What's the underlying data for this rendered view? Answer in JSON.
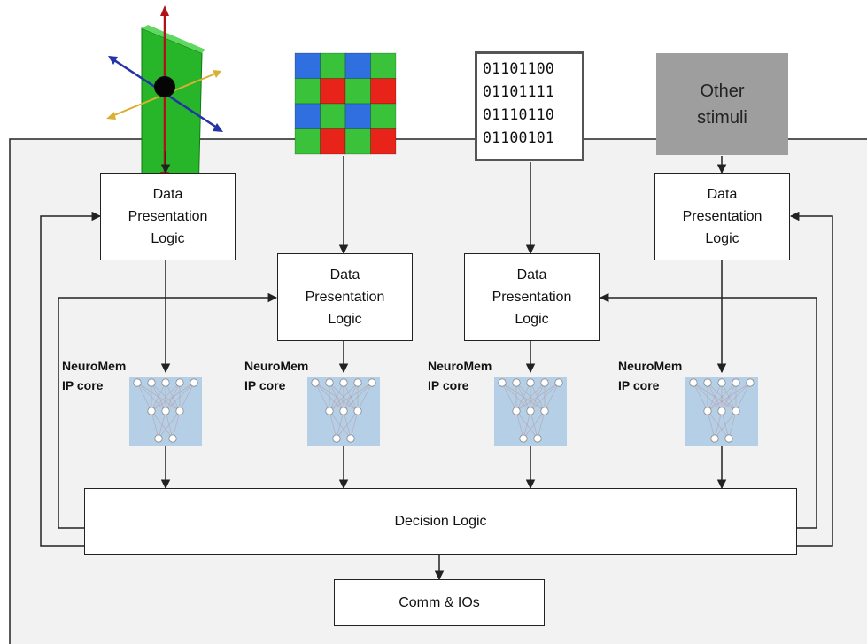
{
  "stimuli": {
    "other_label": "Other\nstimuli",
    "binary_rows": [
      "01101100",
      "01101111",
      "01110110",
      "01100101"
    ]
  },
  "blocks": {
    "data_presentation_label": "Data\nPresentation\nLogic",
    "neuromem_label": "NeuroMem\nIP core",
    "decision_logic_label": "Decision Logic",
    "comm_label": "Comm & IOs"
  },
  "colors": {
    "container_fill": "#f2f2f2",
    "stroke": "#222222",
    "core_fill": "#b4cfe6",
    "pixel_blue": "#2f6fe0",
    "pixel_green": "#39c23a",
    "pixel_red": "#e8241a",
    "other_fill": "#9e9e9e"
  },
  "icons": [
    "3d-axis-plane-icon",
    "bayer-color-filter-icon",
    "binary-data-icon",
    "neural-network-icon"
  ]
}
